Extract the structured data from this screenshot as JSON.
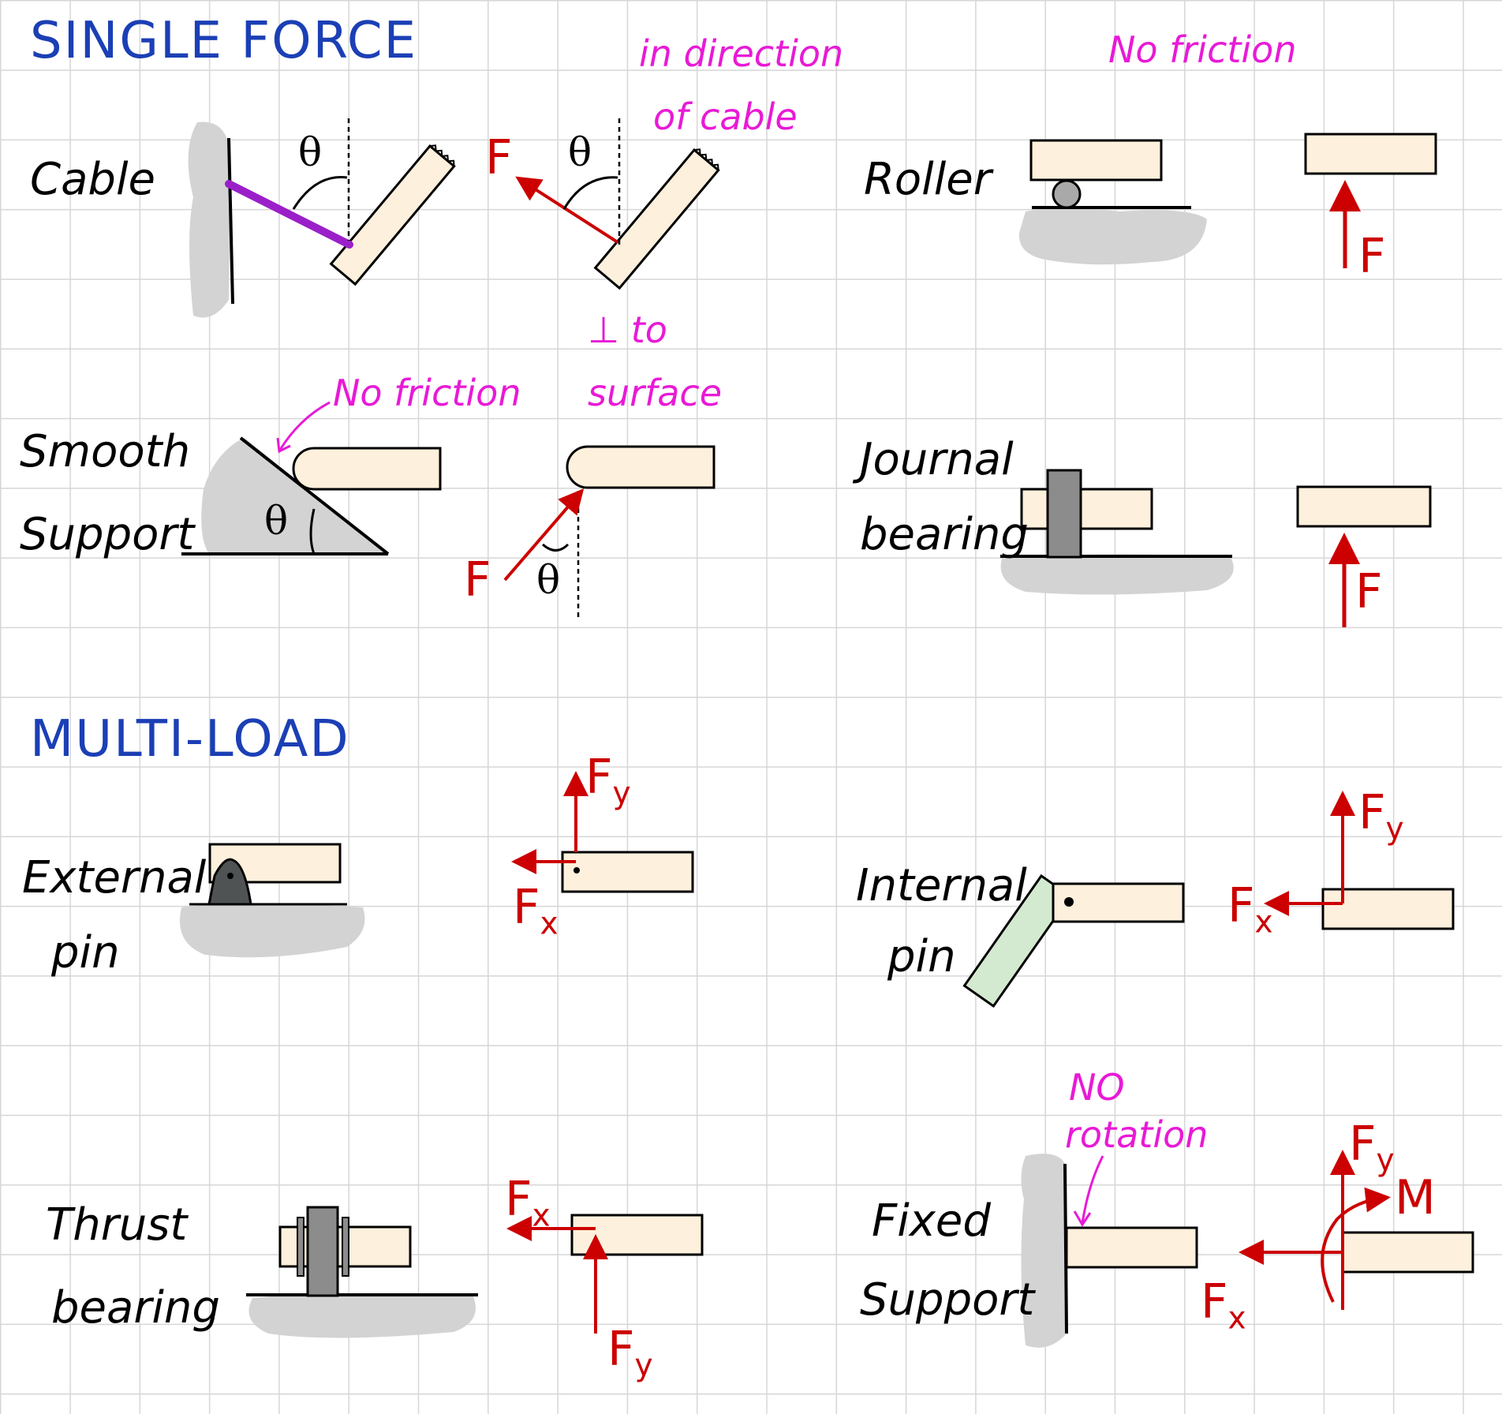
{
  "sections": {
    "single": "SINGLE FORCE",
    "multi": "MULTI-LOAD"
  },
  "labels": {
    "cable": "Cable",
    "smooth_1": "Smooth",
    "smooth_2": "Support",
    "roller": "Roller",
    "journal_1": "Journal",
    "journal_2": "bearing",
    "ext_pin_1": "External",
    "ext_pin_2": "pin",
    "int_pin_1": "Internal",
    "int_pin_2": "pin",
    "thrust_1": "Thrust",
    "thrust_2": "bearing",
    "fixed_1": "Fixed",
    "fixed_2": "Support"
  },
  "notes": {
    "dir_1": "in direction",
    "dir_2": "of cable",
    "nofric_roller": "No friction",
    "nofric_smooth": "No friction",
    "perp_1": "⊥ to",
    "perp_2": "surface",
    "norot_1": "NO",
    "norot_2": "rotation"
  },
  "symbols": {
    "theta": "θ",
    "F": "F",
    "Fx_main": "F",
    "Fx_sub": "x",
    "Fy_main": "F",
    "Fy_sub": "y",
    "M": "M"
  },
  "colors": {
    "title": "#1b3fb5",
    "annotation": "#e81ad6",
    "force": "#cc0000",
    "member": "#fdf0dc",
    "cable": "#9b1fc8",
    "ground": "#d3d3d3",
    "pin_member": "#d4ead0",
    "pin_body": "#4f5353",
    "bearing_block": "#8c8c8c"
  }
}
